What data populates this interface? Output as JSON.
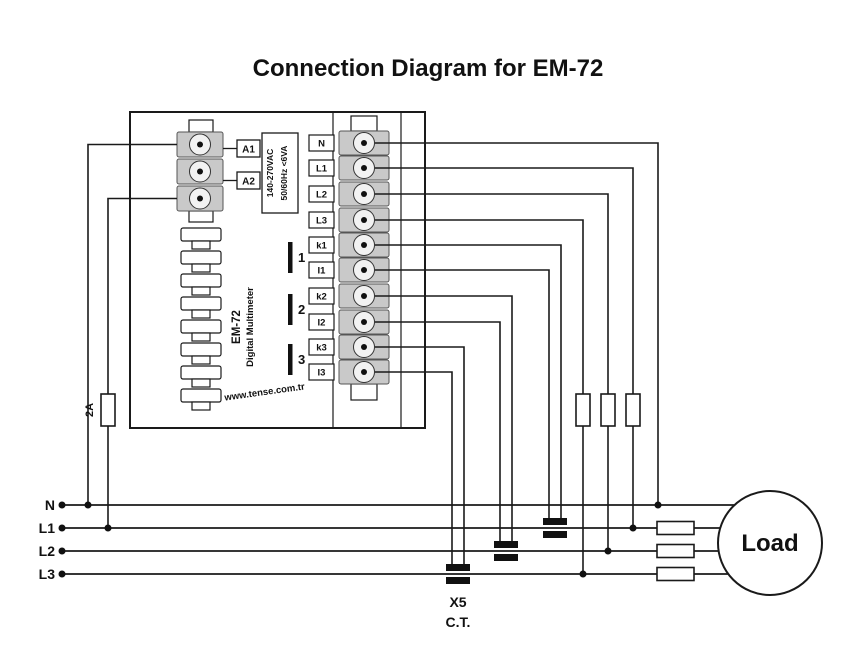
{
  "title": "Connection Diagram for EM-72",
  "device": {
    "model": "EM-72",
    "type_label": "Digital Multimeter",
    "website": "www.tense.com.tr",
    "aux_terminals": {
      "a1": "A1",
      "a2": "A2"
    },
    "power_spec": {
      "line1": "140-270VAC",
      "line2": "50/60Hz <6VA"
    },
    "terminal_labels": [
      "N",
      "L1",
      "L2",
      "L3",
      "k1",
      "I1",
      "k2",
      "I2",
      "k3",
      "I3"
    ],
    "ct_input_numbers": [
      "1",
      "2",
      "3"
    ]
  },
  "circuit": {
    "supply_fuse_label": "2A",
    "phase_labels": [
      "N",
      "L1",
      "L2",
      "L3"
    ],
    "ct_ratio_label": "X5",
    "ct_label": "C.T.",
    "load_label": "Load"
  },
  "colors": {
    "line": "#1a1a1a",
    "terminal_gray": "#c9c9c9"
  }
}
